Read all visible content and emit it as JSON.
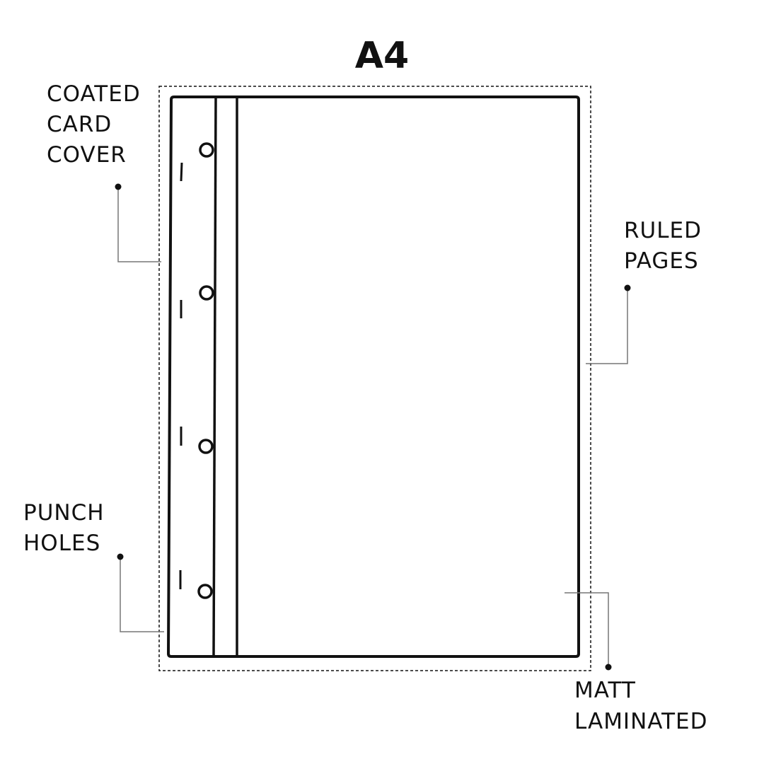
{
  "title": "A4",
  "labels": {
    "coated_card_cover": [
      "COATED",
      "CARD",
      "COVER"
    ],
    "ruled_pages": [
      "RULED",
      "PAGES"
    ],
    "punch_holes": [
      "PUNCH",
      "HOLES"
    ],
    "matt_laminated": [
      "MATT",
      "LAMINATED"
    ]
  },
  "colors": {
    "stroke": "#111111",
    "leader": "#777777",
    "background": "#ffffff"
  }
}
